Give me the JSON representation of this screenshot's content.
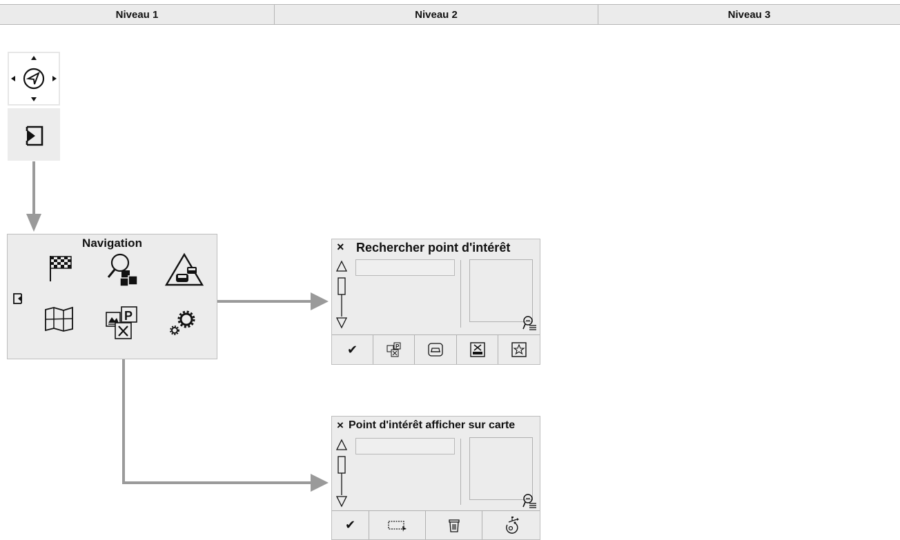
{
  "header": {
    "col1": "Niveau 1",
    "col2": "Niveau 2",
    "col3": "Niveau 3"
  },
  "navigation_menu": {
    "title": "Navigation",
    "icons": [
      "destination-flag-icon",
      "poi-search-icon",
      "traffic-icon",
      "back-icon",
      "map-icon",
      "poi-categories-icon",
      "settings-gears-icon"
    ]
  },
  "side_buttons": [
    "navigation-compass-icon",
    "enter-icon"
  ],
  "screen_search": {
    "close": "×",
    "title": "Rechercher point d'intérêt",
    "toolbar": [
      "check-icon",
      "poi-categories-icon",
      "car-icon",
      "hotel-restaurant-icon",
      "star-icon"
    ],
    "check": "✔"
  },
  "screen_map": {
    "close": "×",
    "title": "Point d'intérêt afficher sur carte",
    "toolbar": [
      "check-icon",
      "select-area-icon",
      "trash-icon",
      "usb-icon"
    ],
    "check": "✔"
  },
  "colors": {
    "arrow": "#9a9a9a",
    "panel": "#ececec",
    "header": "#ebebeb"
  }
}
